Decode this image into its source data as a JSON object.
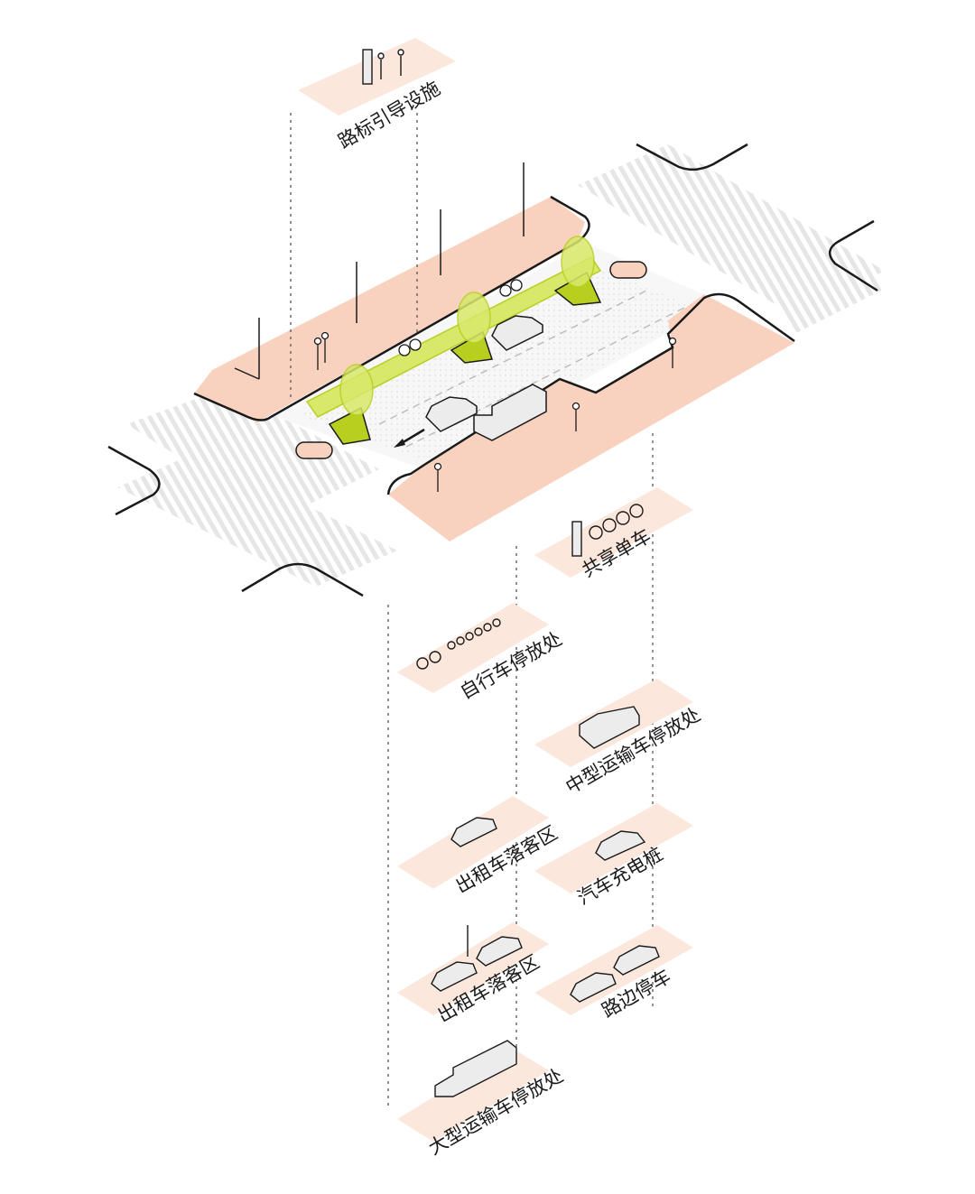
{
  "colors": {
    "sidewalk": "#f8d2be",
    "pad": "#fbe7dc",
    "green_lane": "#d8e86a",
    "green_dark": "#b8cf20",
    "crosswalk": "#ececec",
    "outline": "#1a1a1a",
    "dotted": "#555555"
  },
  "labels": {
    "wayfinding": "路标引导设施",
    "shared_bikes": "共享单车",
    "bike_parking": "自行车停放处",
    "medium_truck_parking": "中型运输车停放处",
    "taxi_dropoff_1": "出租车落客区",
    "ev_charging": "汽车充电桩",
    "taxi_dropoff_2": "出租车落客区",
    "street_parking": "路边停车",
    "large_truck_parking": "大型运输车停放处"
  },
  "icons": {
    "wayfinding": "signpost-pedestrians-icon",
    "shared_bikes": "bike-share-rack-icon",
    "bike_parking": "bicycle-rack-icon",
    "medium_truck_parking": "van-icon",
    "taxi_dropoff_1": "taxi-passenger-icon",
    "ev_charging": "car-icon",
    "taxi_dropoff_2": "two-cars-pole-icon",
    "street_parking": "two-cars-icon",
    "large_truck_parking": "truck-icon"
  }
}
